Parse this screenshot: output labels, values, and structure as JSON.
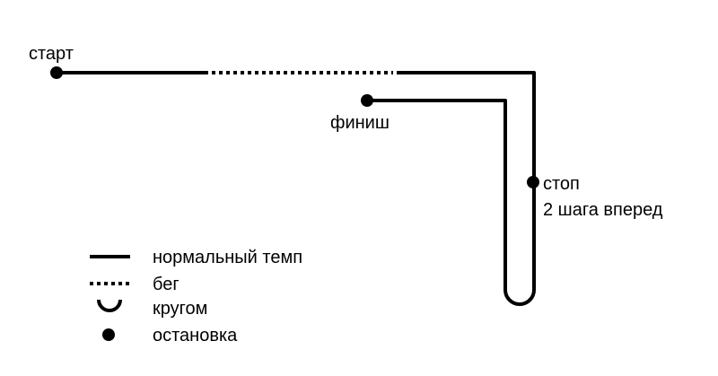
{
  "labels": {
    "start": "старт",
    "finish": "финиш",
    "stop_line1": "стоп",
    "stop_line2": "2 шага вперед"
  },
  "legend": {
    "normal": "нормальный темп",
    "run": "бег",
    "turn": "кругом",
    "stop": "остановка"
  },
  "colors": {
    "ink": "#000000",
    "background": "#ffffff"
  }
}
